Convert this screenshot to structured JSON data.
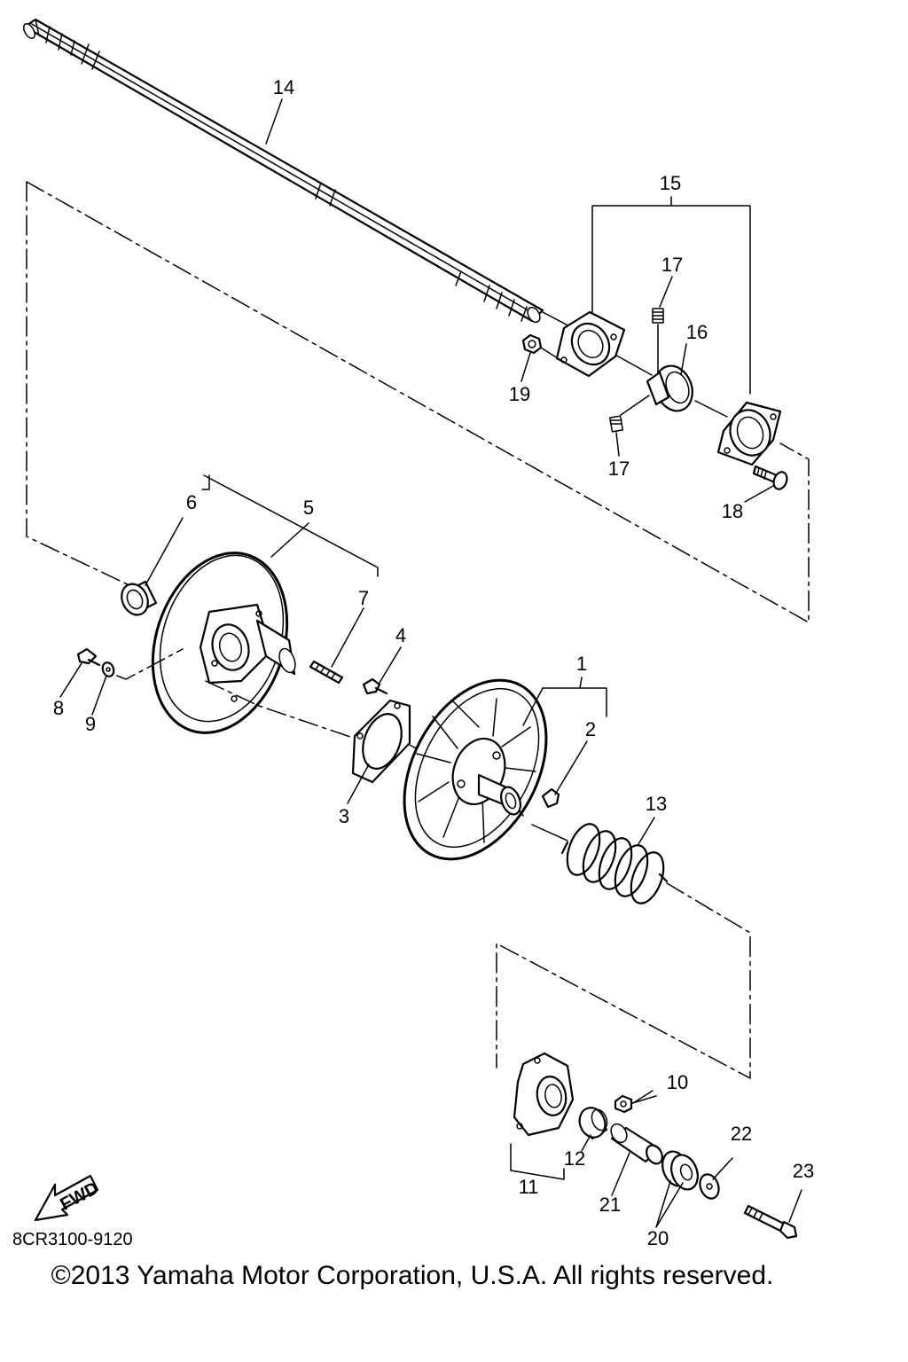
{
  "diagram": {
    "part_code": "8CR3100-9120",
    "fwd_label": "FWD",
    "copyright": "©2013 Yamaha Motor Corporation, U.S.A. All rights reserved.",
    "callouts": {
      "c1": "1",
      "c2": "2",
      "c3": "3",
      "c4": "4",
      "c5": "5",
      "c6": "6",
      "c7": "7",
      "c8": "8",
      "c9": "9",
      "c10": "10",
      "c11": "11",
      "c12": "12",
      "c13": "13",
      "c14": "14",
      "c15": "15",
      "c16": "16",
      "c17a": "17",
      "c17b": "17",
      "c18": "18",
      "c19": "19",
      "c20": "20",
      "c21": "21",
      "c22": "22",
      "c23": "23"
    }
  }
}
